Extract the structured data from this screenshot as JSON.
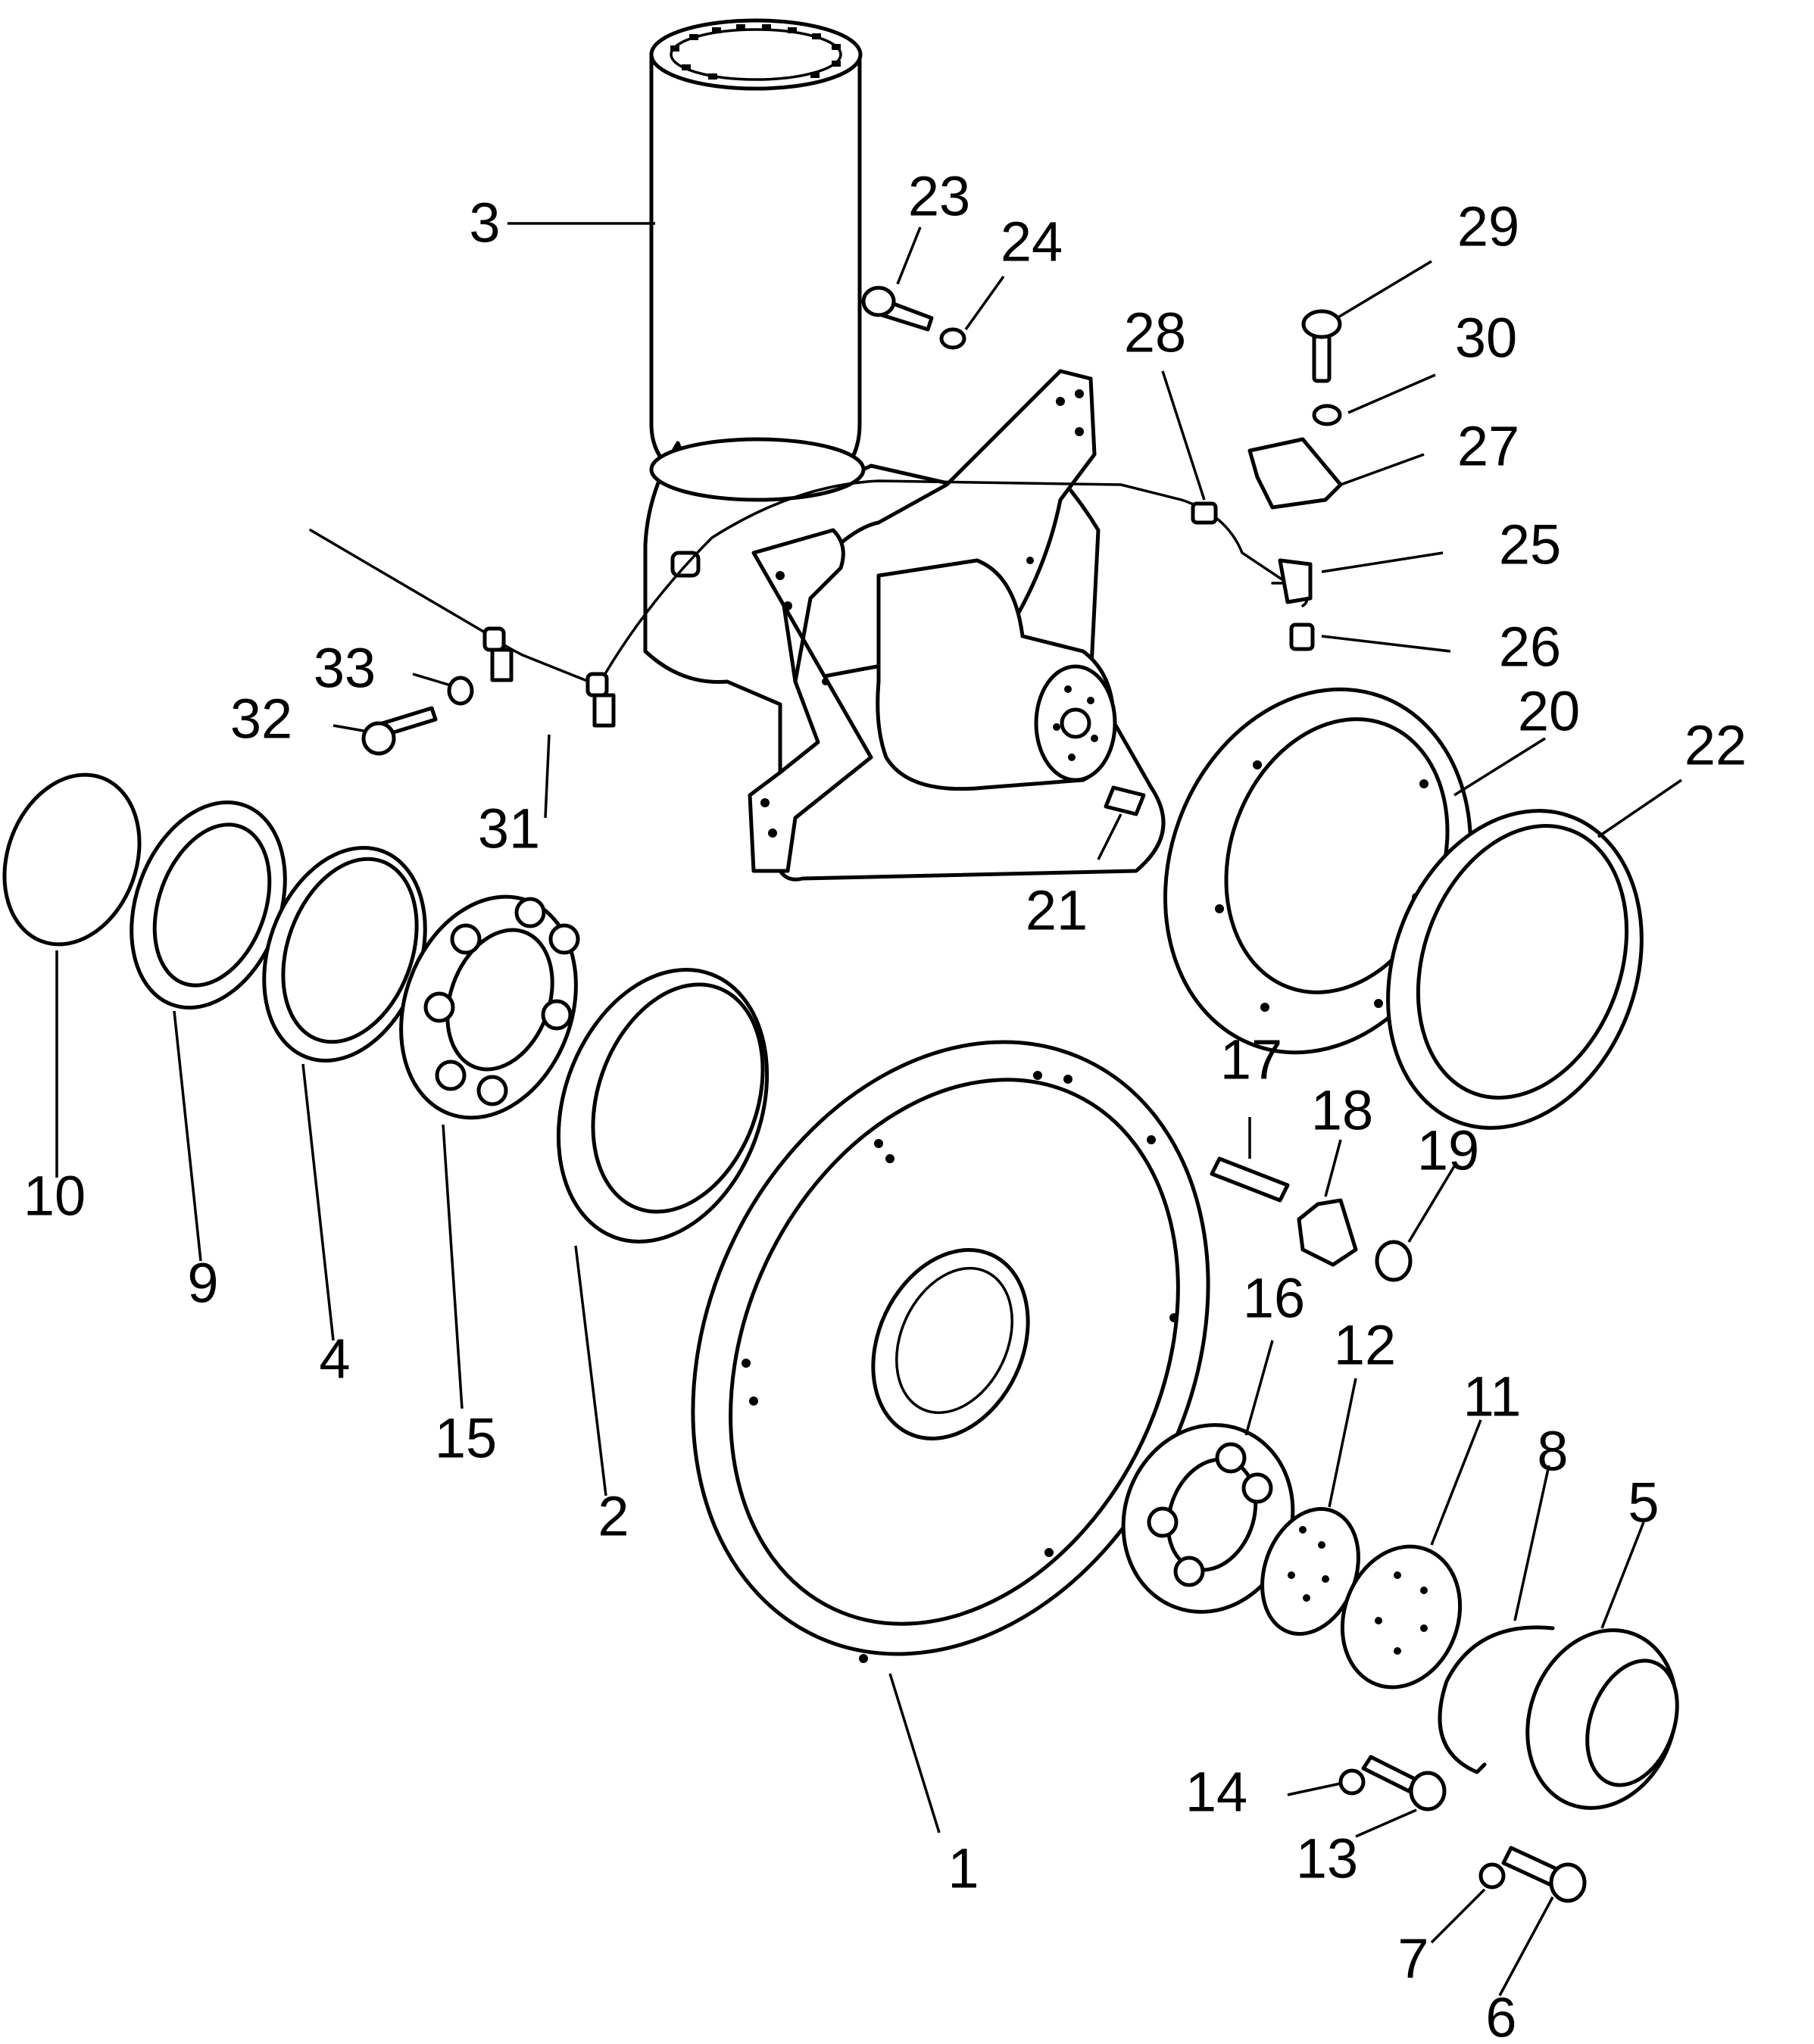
{
  "callouts": [
    "1",
    "2",
    "3",
    "4",
    "5",
    "6",
    "7",
    "8",
    "9",
    "10",
    "11",
    "12",
    "13",
    "14",
    "15",
    "16",
    "17",
    "18",
    "19",
    "20",
    "21",
    "22",
    "23",
    "24",
    "25",
    "26",
    "27",
    "28",
    "29",
    "30",
    "31",
    "32",
    "33"
  ],
  "colors": {
    "ink": "#000000",
    "paper": "#ffffff"
  }
}
